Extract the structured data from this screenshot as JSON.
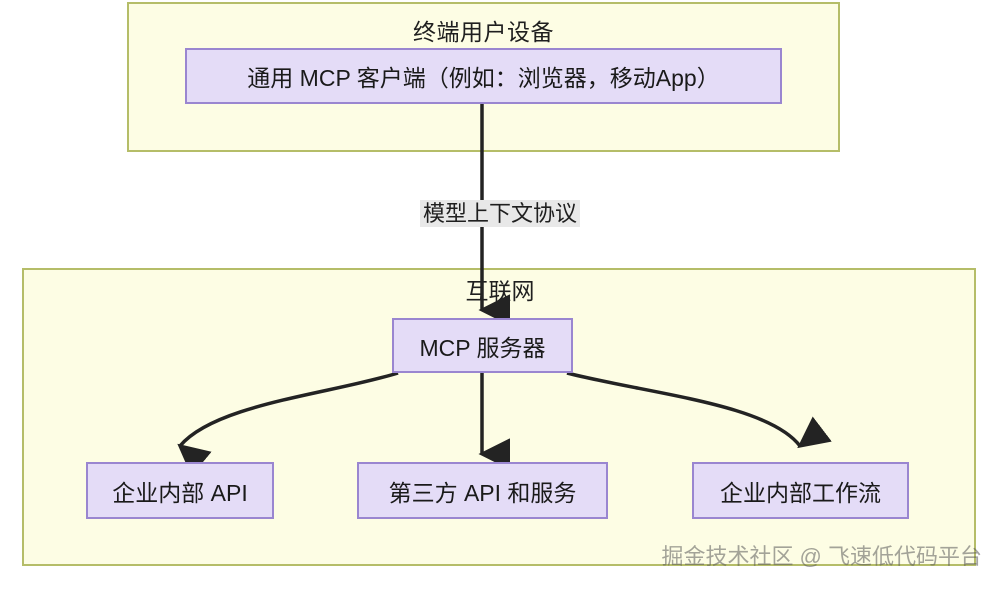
{
  "diagram": {
    "type": "architecture-flow",
    "groups": [
      {
        "id": "device",
        "title": "终端用户设备"
      },
      {
        "id": "internet",
        "title": "互联网"
      }
    ],
    "nodes": {
      "client": "通用 MCP 客户端（例如：浏览器，移动App）",
      "mcp_server": "MCP 服务器",
      "internal_api": "企业内部 API",
      "third_party": "第三方 API 和服务",
      "workflow": "企业内部工作流"
    },
    "edges": [
      {
        "from": "client",
        "to": "mcp_server",
        "label": "模型上下文协议"
      },
      {
        "from": "mcp_server",
        "to": "internal_api",
        "label": ""
      },
      {
        "from": "mcp_server",
        "to": "third_party",
        "label": ""
      },
      {
        "from": "mcp_server",
        "to": "workflow",
        "label": ""
      }
    ],
    "edge_labels": {
      "protocol": "模型上下文协议"
    },
    "colors": {
      "group_fill": "#fdfde4",
      "group_border": "#b5bd68",
      "node_fill": "#e4dcf7",
      "node_border": "#9a86d0",
      "edge_stroke": "#232323",
      "label_bg": "#e8e8e8",
      "text": "#1a1a1a"
    }
  },
  "watermark": {
    "text": "掘金技术社区 @ 飞速低代码平台"
  }
}
